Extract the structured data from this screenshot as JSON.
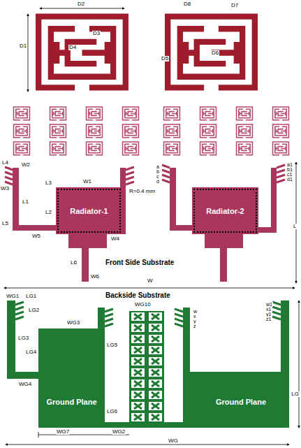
{
  "diagram": {
    "nodes": [
      {
        "text": [
          "Radiator-1"
        ]
      },
      {
        "text": [
          "Radiator-2"
        ]
      },
      {
        "text": [
          "Ground Plane"
        ]
      },
      {
        "text": [
          "Ground Plane"
        ]
      }
    ],
    "labels": [
      "D2",
      "D1",
      "D3",
      "D4",
      "D8",
      "D7",
      "D5",
      "D6",
      "L4",
      "W2",
      "W3",
      "L1",
      "L3",
      "W1",
      "R=0.4 mm",
      "L2",
      "L5",
      "W5",
      "W4",
      "L6",
      "W6",
      "Front Side Substrate",
      "a",
      "b",
      "c",
      "d",
      "a1",
      "b1",
      "c1",
      "d1",
      "L",
      "W",
      "Backside  Substrate",
      "WG1",
      "LG1",
      "LG2",
      "LG3",
      "LG4",
      "WG3",
      "LG5",
      "WG10",
      "WG4",
      "LG6",
      "WG7",
      "WG2",
      "WG",
      "LG",
      "w",
      "x",
      "y",
      "z",
      "w1",
      "x1",
      "y1",
      "z1"
    ]
  }
}
